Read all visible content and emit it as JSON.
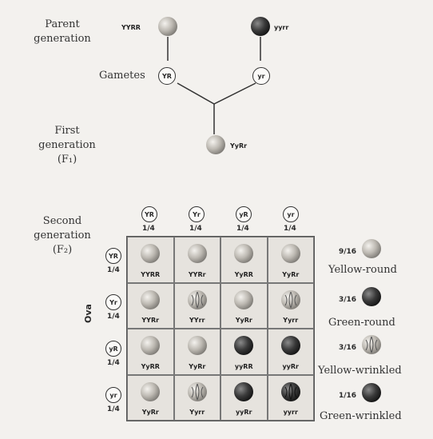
{
  "parent": {
    "label_line1": "Parent",
    "label_line2": "generation",
    "left_genotype": "YYRR",
    "right_genotype": "yyrr"
  },
  "gametes": {
    "label": "Gametes",
    "left": "YR",
    "right": "yr"
  },
  "first": {
    "label_line1": "First",
    "label_line2": "generation",
    "label_line3": "(F₁)",
    "genotype": "YyRr"
  },
  "second": {
    "label_line1": "Second",
    "label_line2": "generation",
    "label_line3": "(F₂)",
    "ova_label": "Ova",
    "pollen": [
      {
        "gamete": "YR",
        "fraction": "1/4"
      },
      {
        "gamete": "Yr",
        "fraction": "1/4"
      },
      {
        "gamete": "yR",
        "fraction": "1/4"
      },
      {
        "gamete": "yr",
        "fraction": "1/4"
      }
    ],
    "ova": [
      {
        "gamete": "YR",
        "fraction": "1/4"
      },
      {
        "gamete": "Yr",
        "fraction": "1/4"
      },
      {
        "gamete": "yR",
        "fraction": "1/4"
      },
      {
        "gamete": "yr",
        "fraction": "1/4"
      }
    ],
    "cells": [
      [
        {
          "g": "YYRR",
          "p": "yellow-round"
        },
        {
          "g": "YYRr",
          "p": "yellow-round"
        },
        {
          "g": "YyRR",
          "p": "yellow-round"
        },
        {
          "g": "YyRr",
          "p": "yellow-round"
        }
      ],
      [
        {
          "g": "YYRr",
          "p": "yellow-round"
        },
        {
          "g": "YYrr",
          "p": "yellow-wrinkled"
        },
        {
          "g": "YyRr",
          "p": "yellow-round"
        },
        {
          "g": "Yyrr",
          "p": "yellow-wrinkled"
        }
      ],
      [
        {
          "g": "YyRR",
          "p": "yellow-round"
        },
        {
          "g": "YyRr",
          "p": "yellow-round"
        },
        {
          "g": "yyRR",
          "p": "green-round"
        },
        {
          "g": "yyRr",
          "p": "green-round"
        }
      ],
      [
        {
          "g": "YyRr",
          "p": "yellow-round"
        },
        {
          "g": "Yyrr",
          "p": "yellow-wrinkled"
        },
        {
          "g": "yyRr",
          "p": "green-round"
        },
        {
          "g": "yyrr",
          "p": "green-wrinkled"
        }
      ]
    ]
  },
  "legend": [
    {
      "fraction": "9/16",
      "text": "Yellow-round",
      "type": "yellow-round"
    },
    {
      "fraction": "3/16",
      "text": "Green-round",
      "type": "green-round"
    },
    {
      "fraction": "3/16",
      "text": "Yellow-wrinkled",
      "type": "yellow-wrinkled"
    },
    {
      "fraction": "1/16",
      "text": "Green-wrinkled",
      "type": "green-wrinkled"
    }
  ],
  "colors": {
    "yellow": "#c9c6c0",
    "green": "#3e3e3e",
    "line": "#333333"
  }
}
